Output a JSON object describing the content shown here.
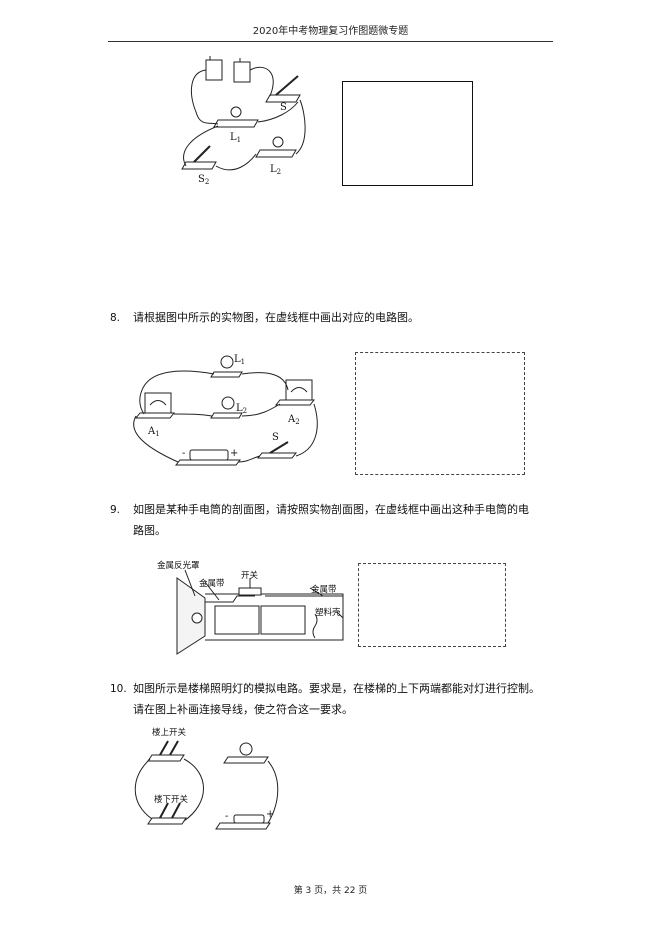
{
  "header": {
    "title": "2020年中考物理复习作图题微专题"
  },
  "figure7": {
    "label_s": "S",
    "label_l1": "L",
    "sub_l1": "1",
    "label_s2": "S",
    "sub_s2": "2",
    "label_l2": "L",
    "sub_l2": "2"
  },
  "q8": {
    "number": "8.",
    "text": "请根据图中所示的实物图，在虚线框中画出对应的电路图。",
    "labels": {
      "l1": "L",
      "l1_sub": "1",
      "l2": "L",
      "l2_sub": "2",
      "a1": "A",
      "a1_sub": "1",
      "a2": "A",
      "a2_sub": "2",
      "s": "S",
      "minus": "-",
      "plus": "+"
    }
  },
  "q9": {
    "number": "9.",
    "text_line1": "如图是某种手电筒的剖面图，请按照实物剖面图，在虚线框中画出这种手电筒的电",
    "text_line2": "路图。",
    "labels": {
      "reflector": "金属反光罩",
      "strip1": "金属带",
      "switch": "开关",
      "strip2": "金属带",
      "shell": "塑料壳"
    }
  },
  "q10": {
    "number": "10.",
    "text_line1": "如图所示是楼梯照明灯的模拟电路。要求是，在楼梯的上下两端都能对灯进行控制。",
    "text_line2": "请在图上补画连接导线，使之符合这一要求。",
    "labels": {
      "upstairs": "楼上开关",
      "downstairs": "楼下开关",
      "minus": "-",
      "plus": "+"
    }
  },
  "footer": {
    "text": "第 3 页，共 22 页"
  }
}
